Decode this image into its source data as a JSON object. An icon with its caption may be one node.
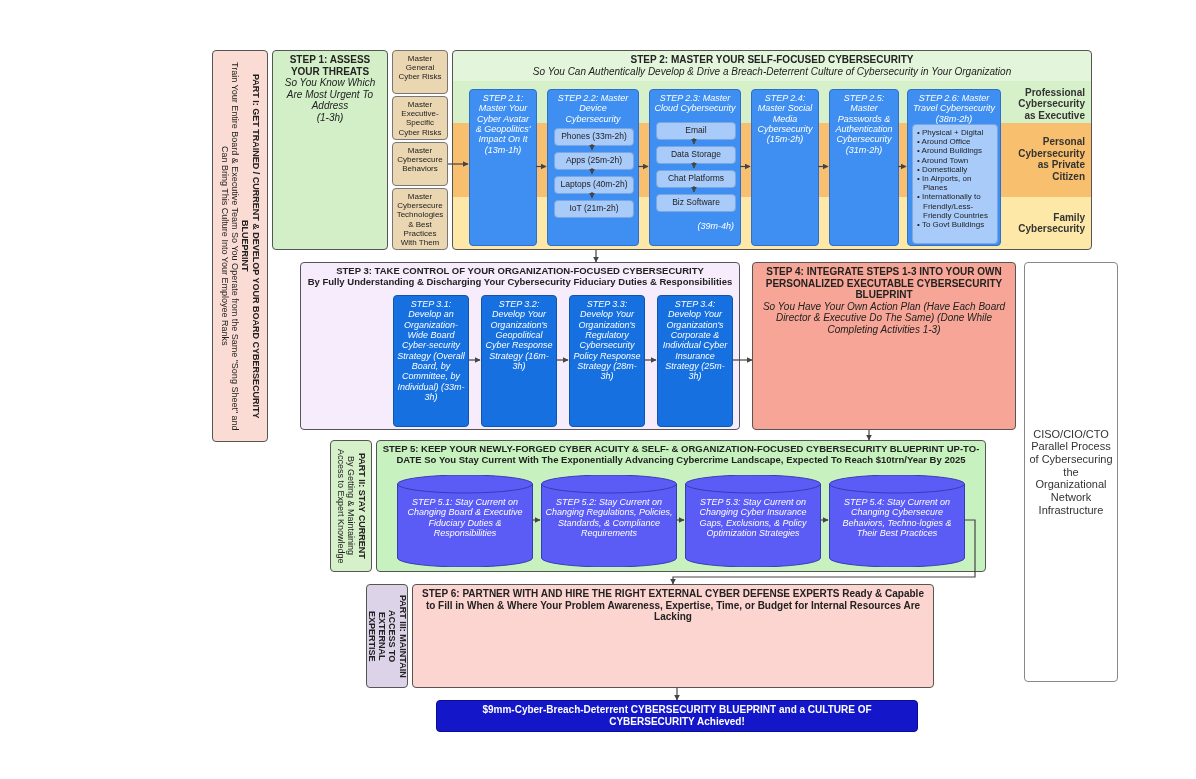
{
  "diagram": {
    "nodes": [
      {
        "text": [
          "PART I: GET TRAINED / CURRENT & DEVELOP YOUR BOARD CYBERSECURITY BLUEPRINT",
          "Train Your Entire Board & Executive Team So You Operate from the Same \"Song Sheet\" and Can Bring This Culture Into Your Employee Ranks"
        ]
      },
      {
        "text": [
          "STEP 1: ASSESS YOUR THREATS",
          "So You Know Which Are Most Urgent To Address",
          "(1-3h)"
        ]
      },
      {
        "text": [
          "Master General Cyber Risks"
        ]
      },
      {
        "text": [
          "Master Executive-Specific Cyber Risks"
        ]
      },
      {
        "text": [
          "Master Cybersecure Behaviors"
        ]
      },
      {
        "text": [
          "Master Cybersecure Technologies & Best Practices With Them"
        ]
      },
      {
        "text": [
          "STEP 2: MASTER YOUR SELF-FOCUSED CYBERSECURITY",
          "So You Can Authentically Develop & Drive a Breach-Deterrent Culture of Cybersecurity in Your Organization"
        ]
      },
      {
        "text": [
          "Professional Cybersecurity as Executive"
        ],
        "in": 6
      },
      {
        "text": [
          "Personal Cybersecurity as Private Citizen"
        ],
        "in": 6
      },
      {
        "text": [
          "Family Cybersecurity"
        ],
        "in": 6
      },
      {
        "text": [
          "STEP 2.1: Master Your Cyber Avatar & Geopolitics' Impact On It (13m-1h)"
        ],
        "in": 6
      },
      {
        "text": [
          "STEP 2.2: Master Device Cybersecurity"
        ],
        "in": 6
      },
      {
        "text": [
          "Phones (33m-2h)"
        ],
        "in": 11
      },
      {
        "text": [
          "Apps (25m-2h)"
        ],
        "in": 11
      },
      {
        "text": [
          "Laptops (40m-2h)"
        ],
        "in": 11
      },
      {
        "text": [
          "IoT (21m-2h)"
        ],
        "in": 11
      },
      {
        "text": [
          "STEP 2.3: Master Cloud Cybersecurity",
          "(39m-4h)"
        ],
        "in": 6
      },
      {
        "text": [
          "Email"
        ],
        "in": 16
      },
      {
        "text": [
          "Data Storage"
        ],
        "in": 16
      },
      {
        "text": [
          "Chat Platforms"
        ],
        "in": 16
      },
      {
        "text": [
          "Biz Software"
        ],
        "in": 16
      },
      {
        "text": [
          "STEP 2.4: Master Social Media Cybersecurity (15m-2h)"
        ],
        "in": 6
      },
      {
        "text": [
          "STEP 2.5: Master Passwords & Authentication Cybersecurity (31m-2h)"
        ],
        "in": 6
      },
      {
        "text": [
          "STEP 2.6: Master Travel Cybersecurity (38m-2h)"
        ],
        "in": 6
      },
      {
        "text": [
          "• Physical + Digital",
          "• Around Office",
          "• Around Buildings",
          "• Around Town",
          "• Domestically",
          "• In Airports, on Planes",
          "• Internationally to Friendly/Less-Friendly Countries",
          "• To Govt Buildings"
        ],
        "in": 23
      },
      {
        "text": [
          "STEP 3: TAKE CONTROL OF YOUR ORGANIZATION-FOCUSED CYBERSECURITY",
          "By Fully Understanding & Discharging Your Cybersecurity Fiduciary Duties & Responsibilities"
        ]
      },
      {
        "text": [
          "STEP 3.1: Develop an Organization-Wide Board Cyber-security Strategy (Overall Board, by Committee, by Individual) (33m-3h)"
        ],
        "in": 25
      },
      {
        "text": [
          "STEP 3.2: Develop Your Organization's Geopolitical Cyber Response Strategy (16m-3h)"
        ],
        "in": 25
      },
      {
        "text": [
          "STEP 3.3: Develop Your Organization's Regulatory Cybersecurity Policy Response Strategy (28m-3h)"
        ],
        "in": 25
      },
      {
        "text": [
          "STEP 3.4: Develop Your Organization's Corporate & Individual Cyber Insurance Strategy (25m-3h)"
        ],
        "in": 25
      },
      {
        "text": [
          "STEP 4: INTEGRATE STEPS 1-3 INTO YOUR OWN PERSONALIZED EXECUTABLE CYBERSECURITY BLUEPRINT",
          "So You Have Your Own Action Plan (Have Each Board Director & Executive Do The Same) (Done While Completing Activities 1-3)"
        ]
      },
      {
        "text": [
          "PART II: STAY CURRENT",
          "By Getting & Maintaining Access to Expert Knowledge"
        ]
      },
      {
        "text": [
          "STEP 5: KEEP YOUR NEWLY-FORGED CYBER ACUITY & SELF- & ORGANIZATION-FOCUSED CYBERSECURITY BLUEPRINT UP-TO-DATE So You Stay Current With The Exponentially Advancing Cybercrime Landscape, Expected To Reach $10trn/Year By 2025"
        ]
      },
      {
        "text": [
          "STEP 5.1: Stay Current on Changing Board & Executive Fiduciary Duties & Responsibilities"
        ],
        "in": 32
      },
      {
        "text": [
          "STEP 5.2: Stay Current on Changing Regulations, Policies, Standards, & Compliance Requirements"
        ],
        "in": 32
      },
      {
        "text": [
          "STEP 5.3: Stay Current on Changing Cyber Insurance Gaps, Exclusions, & Policy Optimization Strategies"
        ],
        "in": 32
      },
      {
        "text": [
          "STEP 5.4: Stay Current on Changing Cybersecure Behaviors, Techno-logies & Their Best Practices"
        ],
        "in": 32
      },
      {
        "text": [
          "PART III: MAINTAIN ACCESS TO EXTERNAL EXPERTISE"
        ]
      },
      {
        "text": [
          "STEP 6: PARTNER WITH AND HIRE THE RIGHT EXTERNAL CYBER DEFENSE EXPERTS Ready & Capable to Fill in When & Where Your Problem Awareness, Expertise, Time, or Budget for Internal Resources Are Lacking"
        ]
      },
      {
        "text": [
          "$9mm-Cyber-Breach-Deterrent CYBERSECURITY BLUEPRINT and a CULTURE OF CYBERSECURITY Achieved!"
        ]
      },
      {
        "text": [
          "CISO/CIO/CTO Parallel Process of Cybersecuring the Organizational Network Infrastructure"
        ]
      }
    ],
    "edges": [
      {
        "from": 4,
        "to": 10,
        "arrow": "to"
      },
      {
        "from": 10,
        "to": 11,
        "arrow": "to"
      },
      {
        "from": 12,
        "to": 13,
        "arrow": "to"
      },
      {
        "from": 13,
        "to": 14,
        "arrow": "to"
      },
      {
        "from": 14,
        "to": 15,
        "arrow": "to"
      },
      {
        "from": 11,
        "to": 16,
        "arrow": "to"
      },
      {
        "from": 17,
        "to": 18,
        "arrow": "to"
      },
      {
        "from": 18,
        "to": 19,
        "arrow": "to"
      },
      {
        "from": 19,
        "to": 20,
        "arrow": "to"
      },
      {
        "from": 16,
        "to": 21,
        "arrow": "to"
      },
      {
        "from": 21,
        "to": 22,
        "arrow": "to"
      },
      {
        "from": 22,
        "to": 23,
        "arrow": "to"
      },
      {
        "from": 6,
        "to": 25,
        "arrow": "to"
      },
      {
        "from": 26,
        "to": 27,
        "arrow": "to"
      },
      {
        "from": 27,
        "to": 28,
        "arrow": "to"
      },
      {
        "from": 28,
        "to": 29,
        "arrow": "to"
      },
      {
        "from": 29,
        "to": 30,
        "arrow": "to"
      },
      {
        "from": 30,
        "to": 32,
        "arrow": "to"
      },
      {
        "from": 33,
        "to": 34,
        "arrow": "to"
      },
      {
        "from": 34,
        "to": 35,
        "arrow": "to"
      },
      {
        "from": 35,
        "to": 36,
        "arrow": "to"
      },
      {
        "from": 36,
        "to": 38,
        "arrow": "to"
      },
      {
        "from": 38,
        "to": 39,
        "arrow": "to"
      }
    ]
  }
}
